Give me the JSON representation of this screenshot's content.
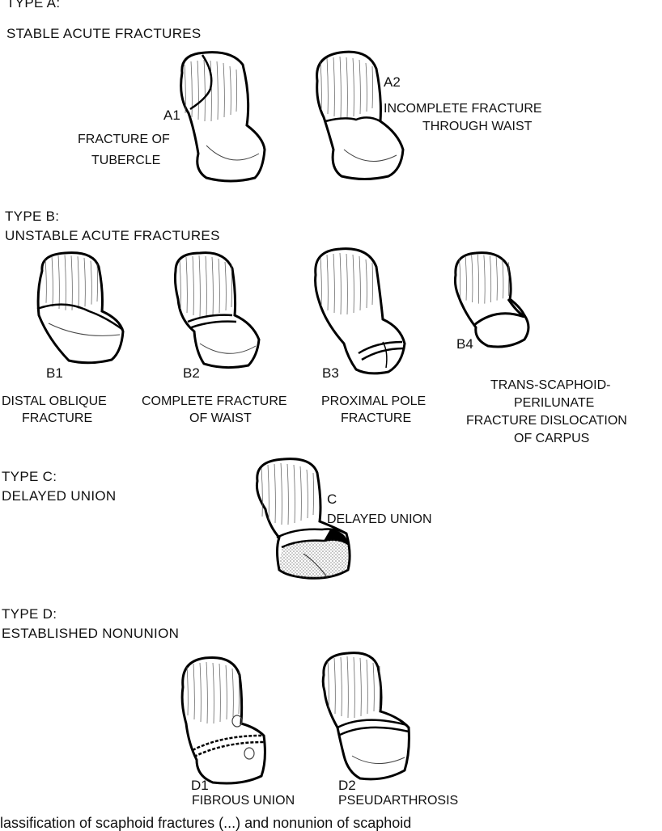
{
  "type_a": {
    "heading": "TYPE A:",
    "subheading": "STABLE ACUTE FRACTURES",
    "a1": {
      "code": "A1",
      "label_line1": "FRACTURE OF",
      "label_line2": "TUBERCLE"
    },
    "a2": {
      "code": "A2",
      "label_line1": "INCOMPLETE FRACTURE",
      "label_line2": "THROUGH WAIST"
    }
  },
  "type_b": {
    "heading": "TYPE B:",
    "subheading": "UNSTABLE ACUTE FRACTURES",
    "b1": {
      "code": "B1",
      "label_line1": "DISTAL OBLIQUE",
      "label_line2": "FRACTURE"
    },
    "b2": {
      "code": "B2",
      "label_line1": "COMPLETE FRACTURE",
      "label_line2": "OF WAIST"
    },
    "b3": {
      "code": "B3",
      "label_line1": "PROXIMAL POLE",
      "label_line2": "FRACTURE"
    },
    "b4": {
      "code": "B4",
      "label_line1": "TRANS-SCAPHOID-",
      "label_line2": "PERILUNATE",
      "label_line3": "FRACTURE DISLOCATION",
      "label_line4": "OF CARPUS"
    }
  },
  "type_c": {
    "heading": "TYPE C:",
    "subheading": "DELAYED UNION",
    "c": {
      "code": "C",
      "label": "DELAYED UNION"
    }
  },
  "type_d": {
    "heading": "TYPE D:",
    "subheading": "ESTABLISHED NONUNION",
    "d1": {
      "code": "D1",
      "label": "FIBROUS UNION"
    },
    "d2": {
      "code": "D2",
      "label": "PSEUDARTHROSIS"
    }
  },
  "caption": "lassification of scaphoid fractures (...) and nonunion of scaphoid"
}
